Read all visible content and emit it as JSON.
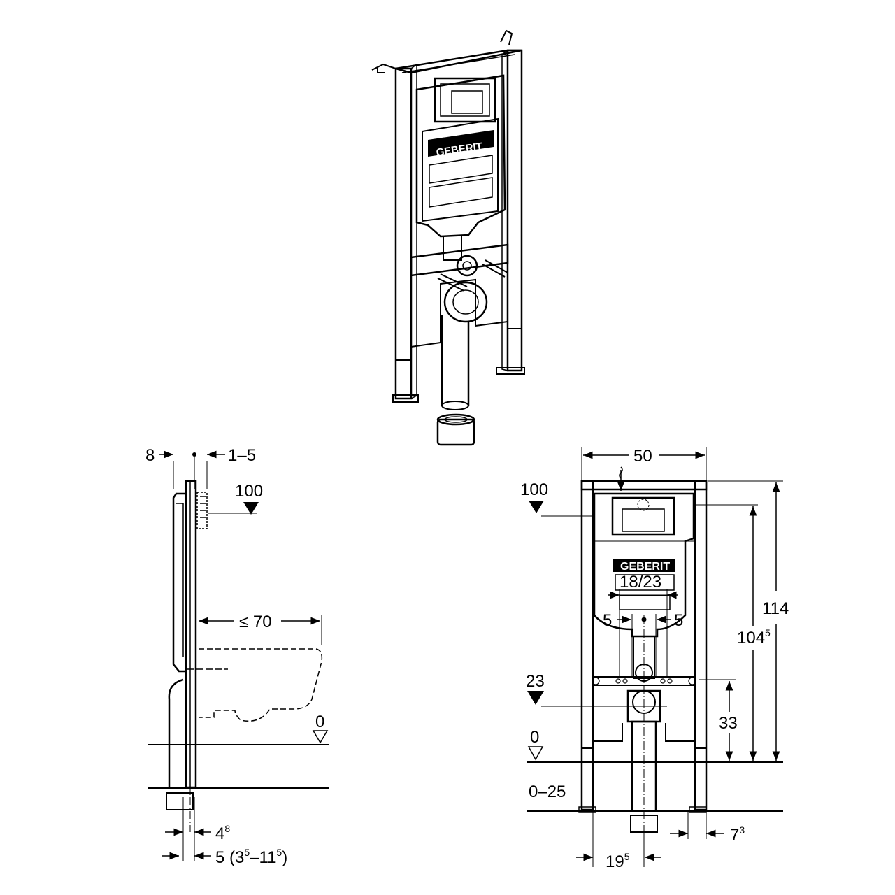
{
  "brand": "GEBERIT",
  "side_view": {
    "dim_top_left": "8",
    "dim_top_right": "1–5",
    "height_marker": "100",
    "projection": "≤ 70",
    "floor_level": "0",
    "dim_bottom_1_base": "4",
    "dim_bottom_1_sup": "8",
    "dim_bottom_2_a": "5 (3",
    "dim_bottom_2_sup1": "5",
    "dim_bottom_2_b": "–11",
    "dim_bottom_2_sup2": "5",
    "dim_bottom_2_c": ")"
  },
  "front_view": {
    "width": "50",
    "height_marker": "100",
    "total_height": "114",
    "height_b_base": "104",
    "height_b_sup": "5",
    "fixing_spacing": "18/23",
    "offset_left": "5",
    "offset_right": "5",
    "drain_marker": "23",
    "drain_height": "33",
    "floor_level": "0",
    "leg_adjust": "0–25",
    "dim_right_base": "7",
    "dim_right_sup": "3",
    "dim_left_base": "19",
    "dim_left_sup": "5"
  }
}
